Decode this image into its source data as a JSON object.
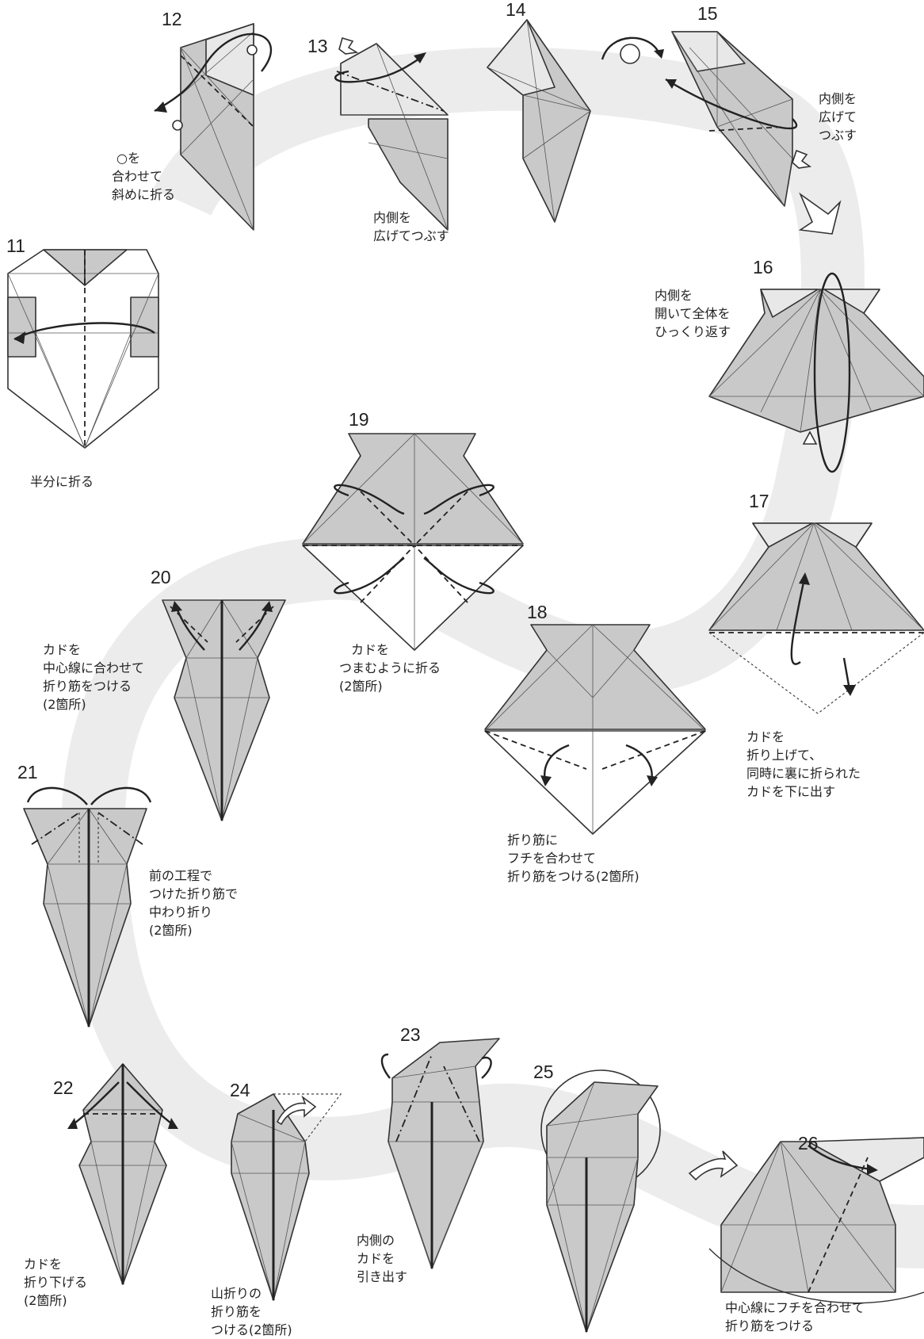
{
  "steps": [
    {
      "number": "11",
      "caption": [
        "半分に折る"
      ]
    },
    {
      "number": "12",
      "caption": [
        "○を",
        "合わせて",
        "斜めに折る"
      ]
    },
    {
      "number": "13",
      "caption": [
        "内側を",
        "広げてつぶす"
      ]
    },
    {
      "number": "14",
      "caption": []
    },
    {
      "number": "15",
      "caption": [
        "内側を",
        "広げて",
        "つぶす"
      ]
    },
    {
      "number": "16",
      "caption": [
        "内側を",
        "開いて全体を",
        "ひっくり返す"
      ]
    },
    {
      "number": "17",
      "caption": [
        "カドを",
        "折り上げて、",
        "同時に裏に折られた",
        "カドを下に出す"
      ]
    },
    {
      "number": "18",
      "caption": [
        "折り筋に",
        "フチを合わせて",
        "折り筋をつける(2箇所)"
      ]
    },
    {
      "number": "19",
      "caption": [
        "カドを",
        "つまむように折る",
        "(2箇所)"
      ]
    },
    {
      "number": "20",
      "caption": [
        "カドを",
        "中心線に合わせて",
        "折り筋をつける",
        "(2箇所)"
      ]
    },
    {
      "number": "21",
      "caption": [
        "前の工程で",
        "つけた折り筋で",
        "中わり折り",
        "(2箇所)"
      ]
    },
    {
      "number": "22",
      "caption": [
        "カドを",
        "折り下げる",
        "(2箇所)"
      ]
    },
    {
      "number": "23",
      "caption": [
        "内側の",
        "カドを",
        "引き出す"
      ]
    },
    {
      "number": "24",
      "caption": [
        "山折りの",
        "折り筋を",
        "つける(2箇所)"
      ]
    },
    {
      "number": "25",
      "caption": []
    },
    {
      "number": "26",
      "caption": [
        "中心線にフチを合わせて",
        "折り筋をつける"
      ]
    }
  ]
}
